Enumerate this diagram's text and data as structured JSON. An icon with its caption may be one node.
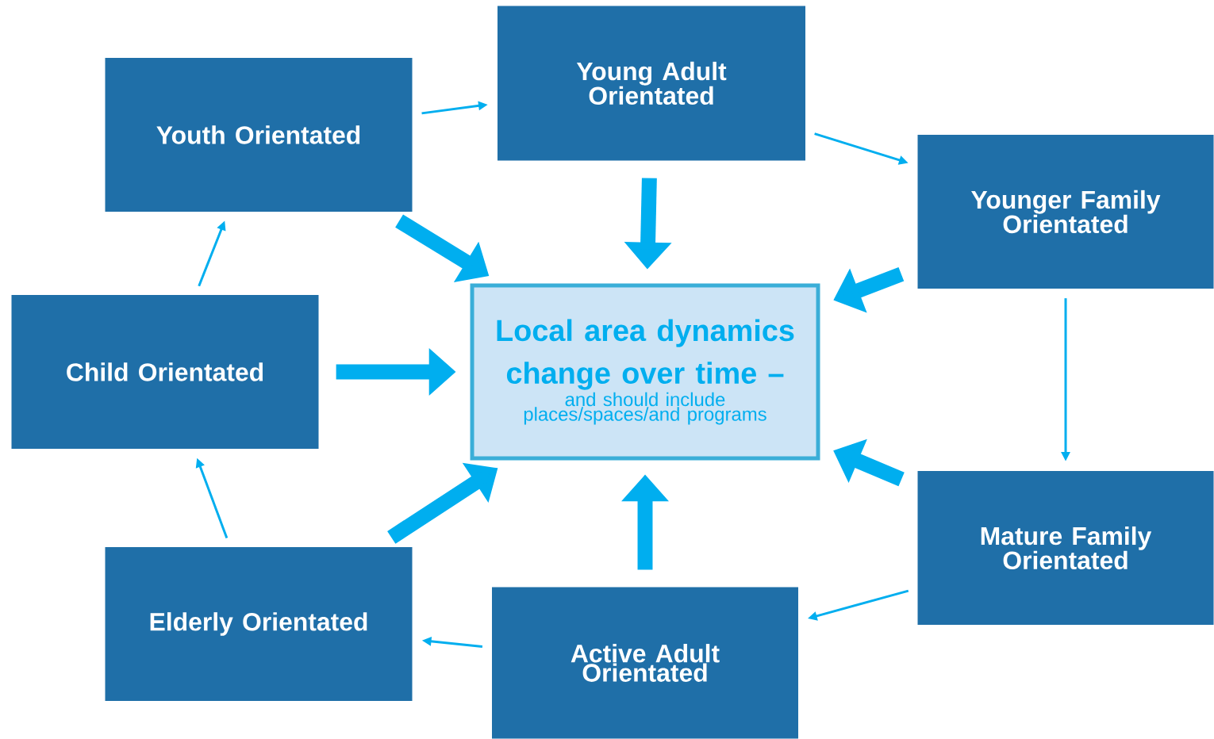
{
  "diagram": {
    "nodes": [
      {
        "text": [
          "Youth Orientated"
        ]
      },
      {
        "text": [
          "Young Adult Orientated"
        ]
      },
      {
        "text": [
          "Younger Family Orientated"
        ]
      },
      {
        "text": [
          "Child Orientated"
        ]
      },
      {
        "text": [
          "Local area dynamics change over time –",
          "and should include places/spaces/and programs"
        ]
      },
      {
        "text": [
          "Mature Family Orientated"
        ]
      },
      {
        "text": [
          "Elderly Orientated"
        ]
      },
      {
        "text": [
          "Active Adult Orientated"
        ]
      }
    ],
    "edges": [
      {
        "from": 0,
        "to": 1,
        "arrow": "to"
      },
      {
        "from": 1,
        "to": 2,
        "arrow": "to"
      },
      {
        "from": 2,
        "to": 5,
        "arrow": "to"
      },
      {
        "from": 5,
        "to": 7,
        "arrow": "to"
      },
      {
        "from": 7,
        "to": 6,
        "arrow": "to"
      },
      {
        "from": 6,
        "to": 3,
        "arrow": "to"
      },
      {
        "from": 3,
        "to": 0,
        "arrow": "to"
      },
      {
        "from": 0,
        "to": 4,
        "arrow": "to",
        "style": "thick"
      },
      {
        "from": 1,
        "to": 4,
        "arrow": "to",
        "style": "thick"
      },
      {
        "from": 2,
        "to": 4,
        "arrow": "to",
        "style": "thick"
      },
      {
        "from": 3,
        "to": 4,
        "arrow": "to",
        "style": "thick"
      },
      {
        "from": 5,
        "to": 4,
        "arrow": "to",
        "style": "thick"
      },
      {
        "from": 6,
        "to": 4,
        "arrow": "to",
        "style": "thick"
      },
      {
        "from": 7,
        "to": 4,
        "arrow": "to",
        "style": "thick"
      }
    ]
  }
}
